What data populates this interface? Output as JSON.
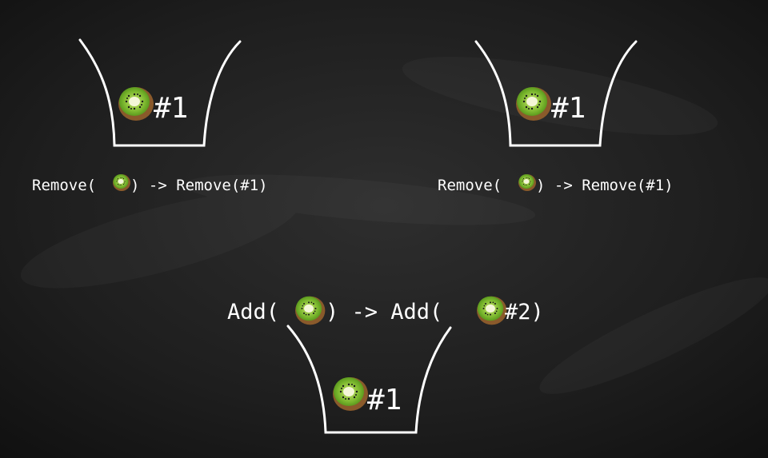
{
  "colors": {
    "background": "#1b1b1b",
    "chalk": "#ffffff",
    "kiwi_skin": "#8a5a2b",
    "kiwi_flesh": "#7cb82f",
    "kiwi_core": "#f4f6d8",
    "kiwi_seed": "#1a1a1a"
  },
  "baskets": [
    {
      "item_icon": "kiwi-icon",
      "item_label": "#1",
      "caption_prefix": "Remove(",
      "caption_suffix": ") -> Remove(#1)"
    },
    {
      "item_icon": "kiwi-icon",
      "item_label": "#1",
      "caption_prefix": "Remove(",
      "caption_suffix": ") -> Remove(#1)"
    },
    {
      "item_icon": "kiwi-icon",
      "item_label": "#1",
      "caption_prefix": "Add(",
      "caption_middle": ") -> Add(",
      "caption_suffix": "#2)"
    }
  ]
}
